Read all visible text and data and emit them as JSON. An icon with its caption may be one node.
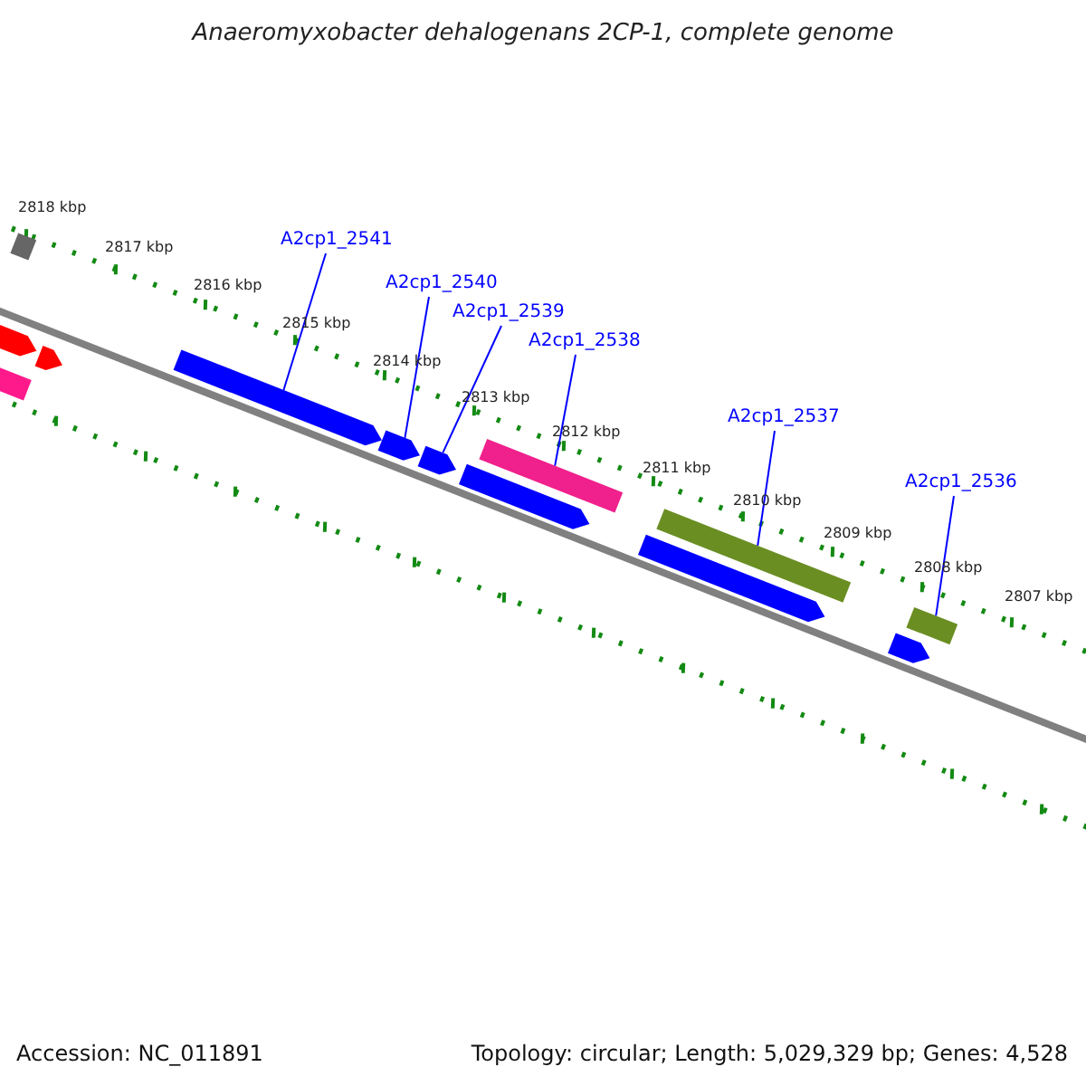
{
  "diagram": {
    "title": "Anaeromyxobacter dehalogenans 2CP-1, complete genome",
    "nodes": [
      {
        "text": [
          "A2cp1_2541"
        ]
      },
      {
        "text": [
          "A2cp1_2540"
        ]
      },
      {
        "text": [
          "A2cp1_2539"
        ]
      },
      {
        "text": [
          "A2cp1_2538"
        ]
      },
      {
        "text": [
          "A2cp1_2537"
        ]
      },
      {
        "text": [
          "A2cp1_2536"
        ]
      },
      {
        "text": [],
        "shape": "bar"
      },
      {
        "text": [],
        "shape": "pentagon"
      },
      {
        "text": [],
        "shape": "bar"
      },
      {
        "text": [],
        "shape": "pentagon"
      },
      {
        "text": [],
        "shape": "pentagon"
      },
      {
        "text": [],
        "shape": "pentagon"
      },
      {
        "text": [],
        "shape": "pentagon"
      },
      {
        "text": [],
        "shape": "pentagon"
      },
      {
        "text": [],
        "shape": "bar"
      },
      {
        "text": [],
        "shape": "pentagon"
      },
      {
        "text": [],
        "shape": "bar"
      },
      {
        "text": [],
        "shape": "pentagon"
      },
      {
        "text": [],
        "shape": "bar"
      }
    ],
    "edges": [
      {
        "from": 0,
        "to": 10,
        "arrow": "none"
      },
      {
        "from": 1,
        "to": 11,
        "arrow": "none"
      },
      {
        "from": 2,
        "to": 12,
        "arrow": "none"
      },
      {
        "from": 3,
        "to": 14,
        "arrow": "none"
      },
      {
        "from": 4,
        "to": 16,
        "arrow": "none"
      },
      {
        "from": 5,
        "to": 18,
        "arrow": "none"
      }
    ],
    "labels": [
      "2818 kbp",
      "2817 kbp",
      "2816 kbp",
      "2815 kbp",
      "2814 kbp",
      "2813 kbp",
      "2812 kbp",
      "2811 kbp",
      "2810 kbp",
      "2809 kbp",
      "2808 kbp",
      "2807 kbp",
      "Accession: NC_011891",
      "Topology: circular; Length: 5,029,329 bp; Genes: 4,528"
    ]
  }
}
